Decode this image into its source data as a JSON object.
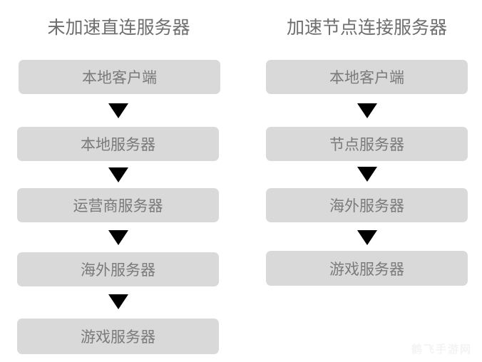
{
  "left_column": {
    "title": "未加速直连服务器",
    "steps": [
      "本地客户端",
      "本地服务器",
      "运营商服务器",
      "海外服务器",
      "游戏服务器"
    ]
  },
  "right_column": {
    "title": "加速节点连接服务器",
    "steps": [
      "本地客户端",
      "节点服务器",
      "海外服务器",
      "游戏服务器"
    ]
  },
  "watermark": "鹤飞手游网",
  "colors": {
    "box_fill": "#d9d9d9",
    "box_text": "#7a7a7a",
    "title_text": "#6e6e6e",
    "arrow": "#000000"
  }
}
